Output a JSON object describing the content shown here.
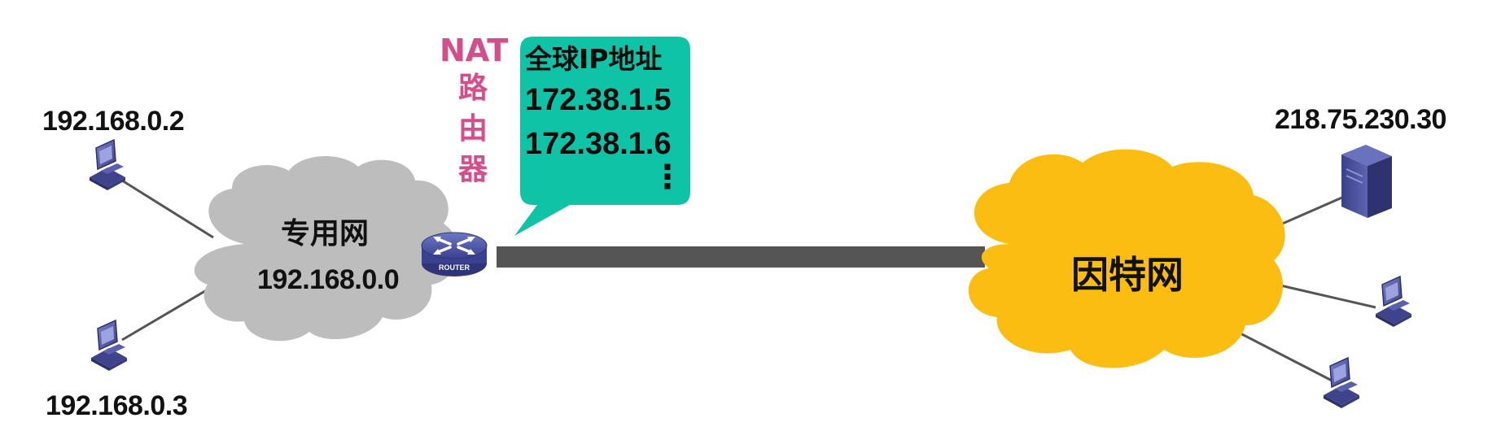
{
  "hosts": {
    "pc_top_left_ip": "192.168.0.2",
    "pc_bottom_left_ip": "192.168.0.3",
    "server_ip": "218.75.230.30"
  },
  "private_net": {
    "name": "专用网",
    "address": "192.168.0.0"
  },
  "nat_label": {
    "line1": "NAT",
    "line2": "路",
    "line3": "由",
    "line4": "器"
  },
  "router_badge": "ROUTER",
  "callout": {
    "title": "全球IP地址",
    "addresses": [
      "172.38.1.5",
      "172.38.1.6"
    ],
    "ellipsis": "⋮"
  },
  "internet": {
    "name": "因特网"
  },
  "colors": {
    "private_cloud": "#bdbdbd",
    "internet_cloud": "#fbbd12",
    "callout": "#0fc4a6",
    "nat_text": "#d14f8a",
    "link": "#555555",
    "device": "#4a4f99"
  },
  "icons": [
    "pc-icon",
    "router-icon",
    "server-icon"
  ]
}
